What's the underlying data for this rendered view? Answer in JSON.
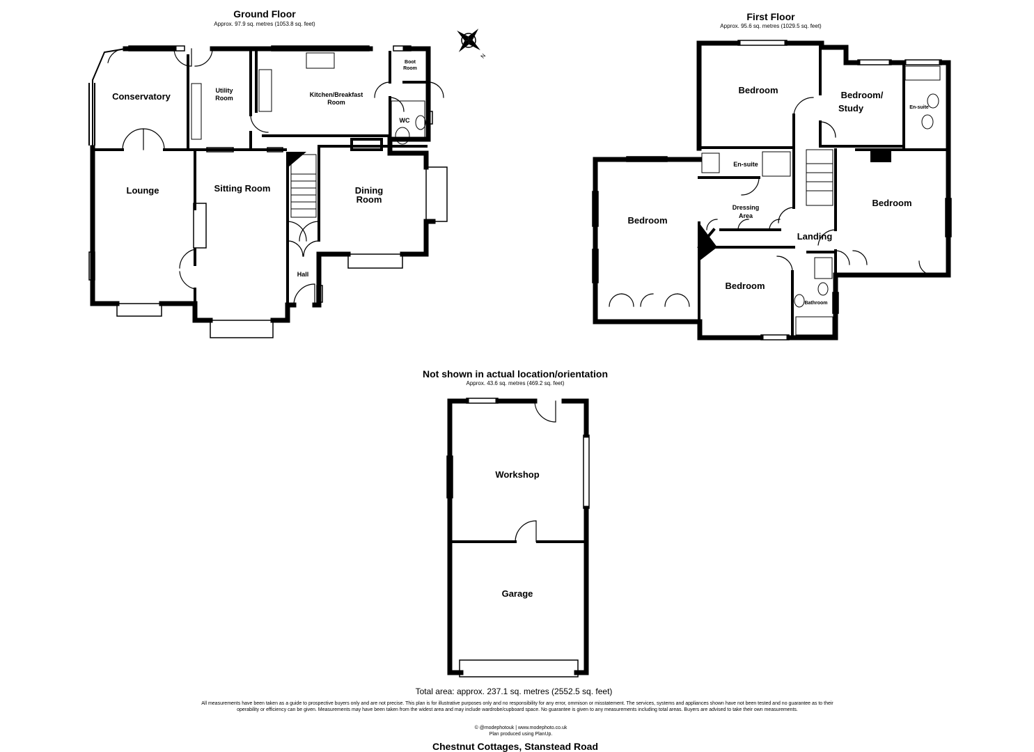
{
  "ground_floor": {
    "title": "Ground Floor",
    "area": "Approx. 97.9 sq. metres (1053.8 sq. feet)",
    "rooms": {
      "conservatory": "Conservatory",
      "utility_1": "Utility",
      "utility_2": "Room",
      "kitchen_1": "Kitchen/Breakfast",
      "kitchen_2": "Room",
      "boot_1": "Boot",
      "boot_2": "Room",
      "wc": "WC",
      "lounge": "Lounge",
      "sitting": "Sitting Room",
      "dining_1": "Dining",
      "dining_2": "Room",
      "hall": "Hall"
    }
  },
  "first_floor": {
    "title": "First Floor",
    "area": "Approx. 95.6 sq. metres (1029.5 sq. feet)",
    "rooms": {
      "bedroom_top": "Bedroom",
      "study_1": "Bedroom/",
      "study_2": "Study",
      "ensuite_right": "En-suite",
      "ensuite_mid": "En-suite",
      "bedroom_left": "Bedroom",
      "dressing_1": "Dressing",
      "dressing_2": "Area",
      "bedroom_right": "Bedroom",
      "landing": "Landing",
      "bedroom_bottom": "Bedroom",
      "bathroom": "Bathroom"
    }
  },
  "outbuilding": {
    "title": "Not shown in actual location/orientation",
    "area": "Approx. 43.6 sq. metres (469.2 sq. feet)",
    "rooms": {
      "workshop": "Workshop",
      "garage": "Garage"
    }
  },
  "compass": {
    "label": "N"
  },
  "total_area": "Total area: approx. 237.1 sq. metres (2552.5 sq. feet)",
  "disclaimer": "All measurements have been taken as a guide to prospective buyers only and are not precise. This plan is for illustrative purposes only and no responsibility for any error, ommison or misstatement. The services, systems and appliances shown have not been tested and no guarantee as to their operability or efficiency can be given. Measurements may have been taken from the widest area and may include wardrobe/cupboard space. No guarantee is given to any measurements including total areas. Buyers are advised to take their own measurements.",
  "credit_line_1": "© @modephotouk | www.modephoto.co.uk",
  "credit_line_2": "Plan produced using PlanUp.",
  "address": "Chestnut Cottages, Stanstead Road"
}
